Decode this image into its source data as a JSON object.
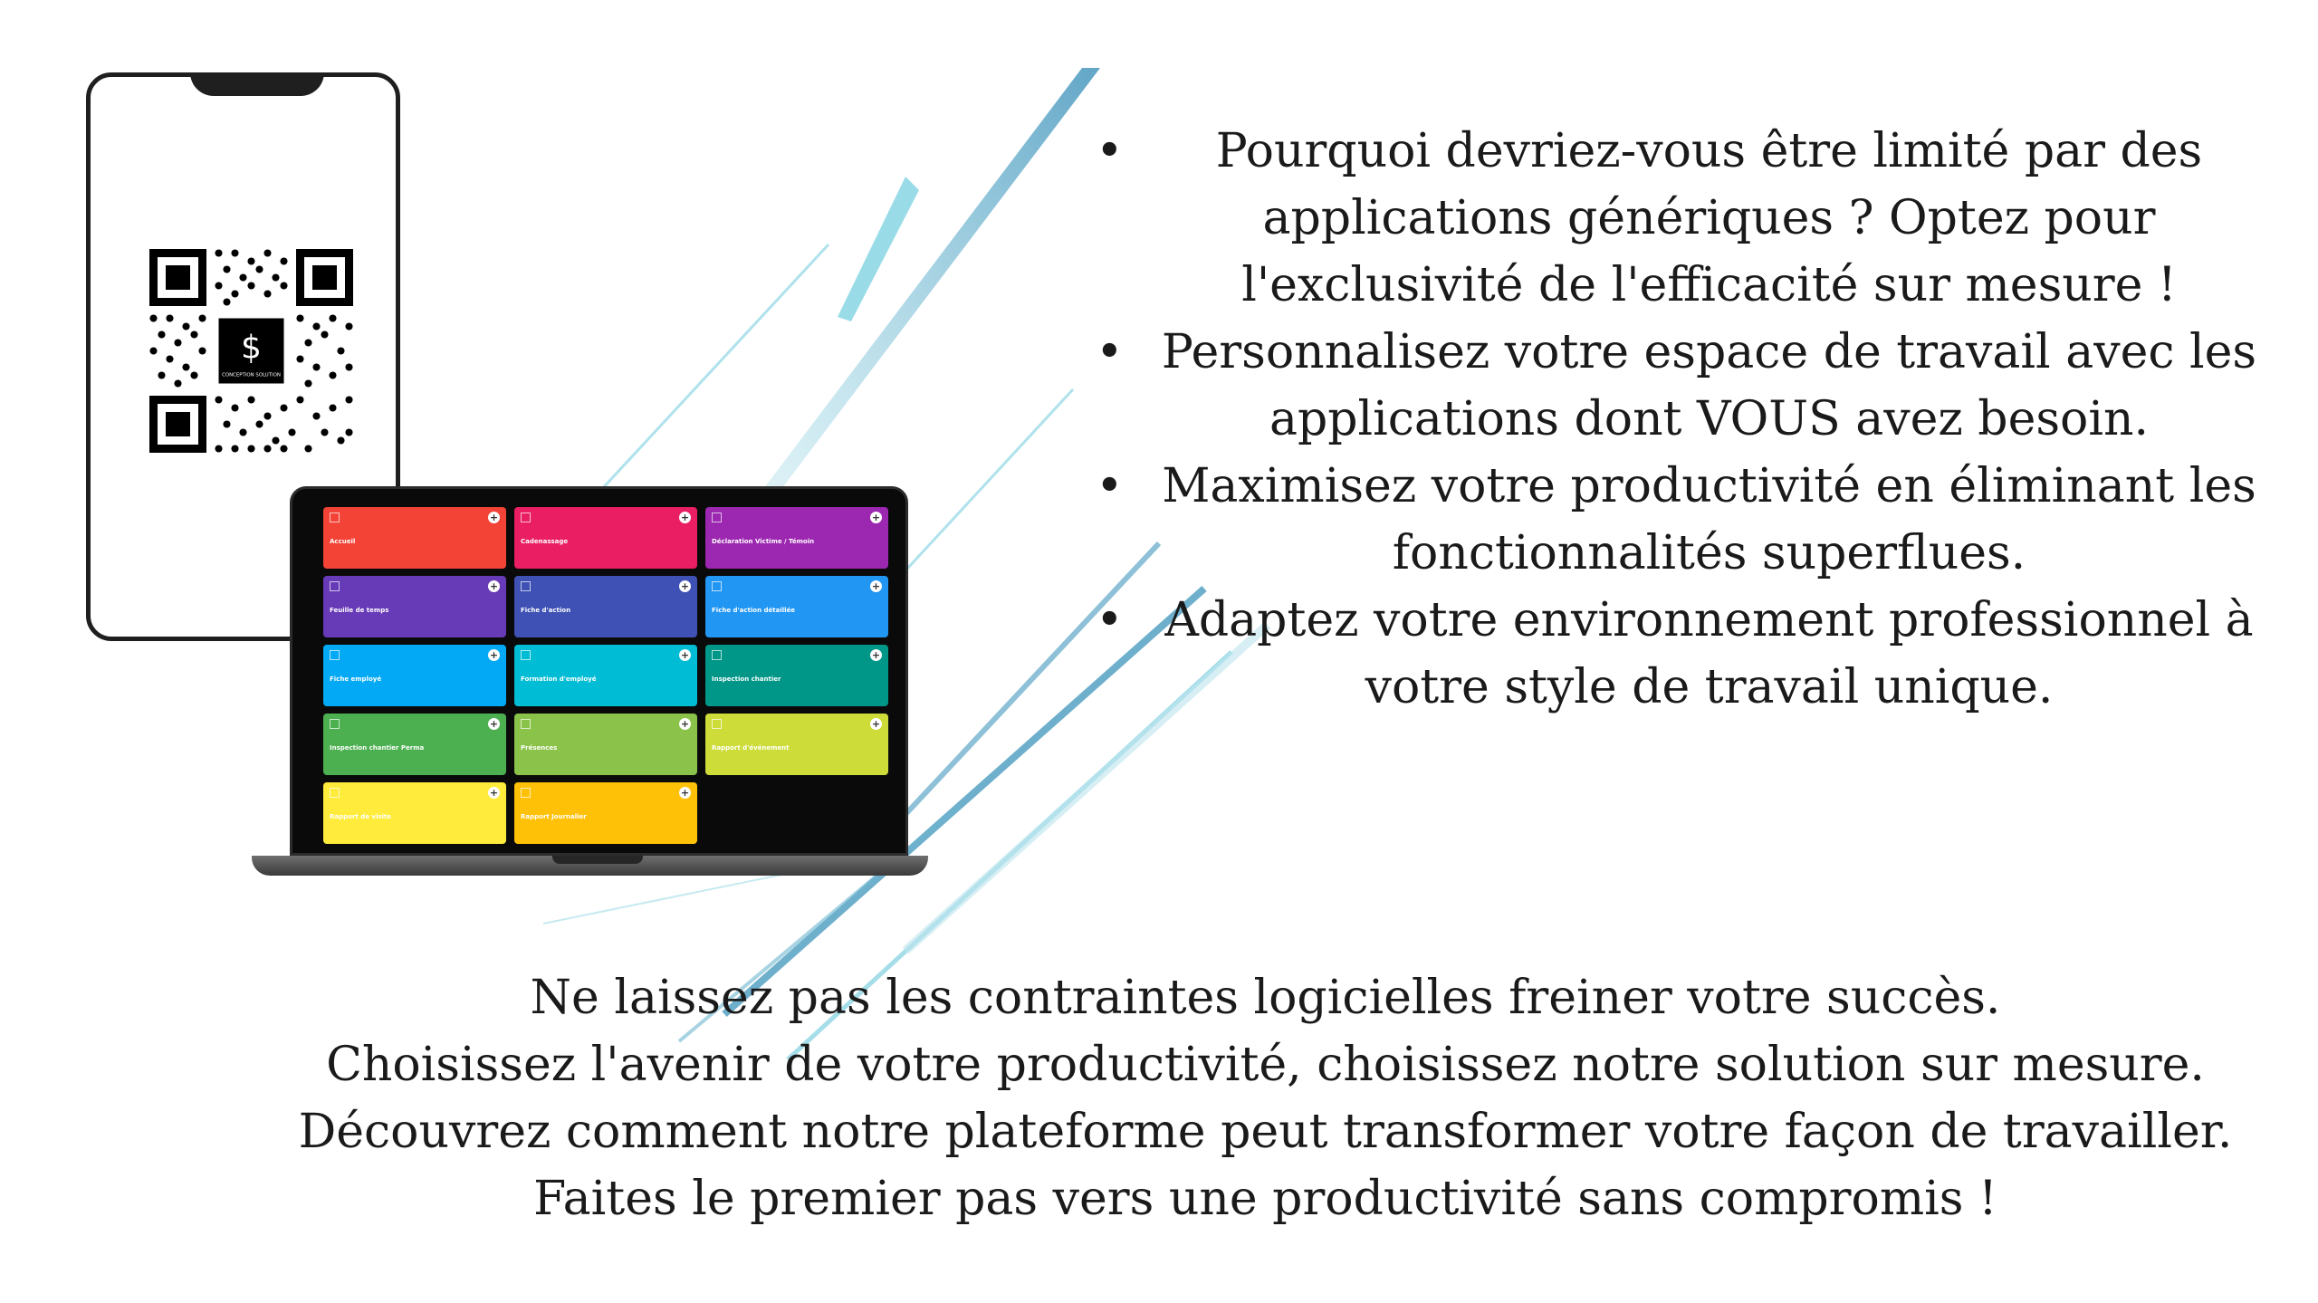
{
  "bullets": [
    "Pourquoi devriez-vous être limité par des applications génériques ? Optez pour l'exclusivité de l'efficacité sur mesure !",
    "Personnalisez votre espace de travail avec les applications dont VOUS avez besoin.",
    "Maximisez votre productivité en éliminant les fonctionnalités superflues.",
    "Adaptez votre environnement professionnel à votre style de travail unique."
  ],
  "closing": [
    "Ne laissez pas les contraintes logicielles freiner votre succès.",
    "Choisissez l'avenir de votre productivité, choisissez notre solution sur mesure.",
    "Découvrez comment notre plateforme peut transformer votre façon de travailler.",
    "Faites le premier pas vers une productivité sans compromis !"
  ],
  "qr_logo_text": "CONCEPTION SOLUTION",
  "tiles": [
    {
      "label": "Accueil",
      "color": "#f24336"
    },
    {
      "label": "Cadenassage",
      "color": "#e91e63"
    },
    {
      "label": "Déclaration Victime / Témoin",
      "color": "#9c27b0"
    },
    {
      "label": "Feuille de temps",
      "color": "#673ab7"
    },
    {
      "label": "Fiche d'action",
      "color": "#3f51b5"
    },
    {
      "label": "Fiche d'action détaillée",
      "color": "#2196f3"
    },
    {
      "label": "Fiche employé",
      "color": "#03a9f4"
    },
    {
      "label": "Formation d'employé",
      "color": "#00bcd4"
    },
    {
      "label": "Inspection chantier",
      "color": "#009688"
    },
    {
      "label": "Inspection chantier Perma",
      "color": "#4caf50"
    },
    {
      "label": "Présences",
      "color": "#8bc34a"
    },
    {
      "label": "Rapport d'événement",
      "color": "#cddc39"
    },
    {
      "label": "Rapport de visite",
      "color": "#ffeb3b"
    },
    {
      "label": "Rapport Journalier",
      "color": "#ffc107"
    }
  ]
}
